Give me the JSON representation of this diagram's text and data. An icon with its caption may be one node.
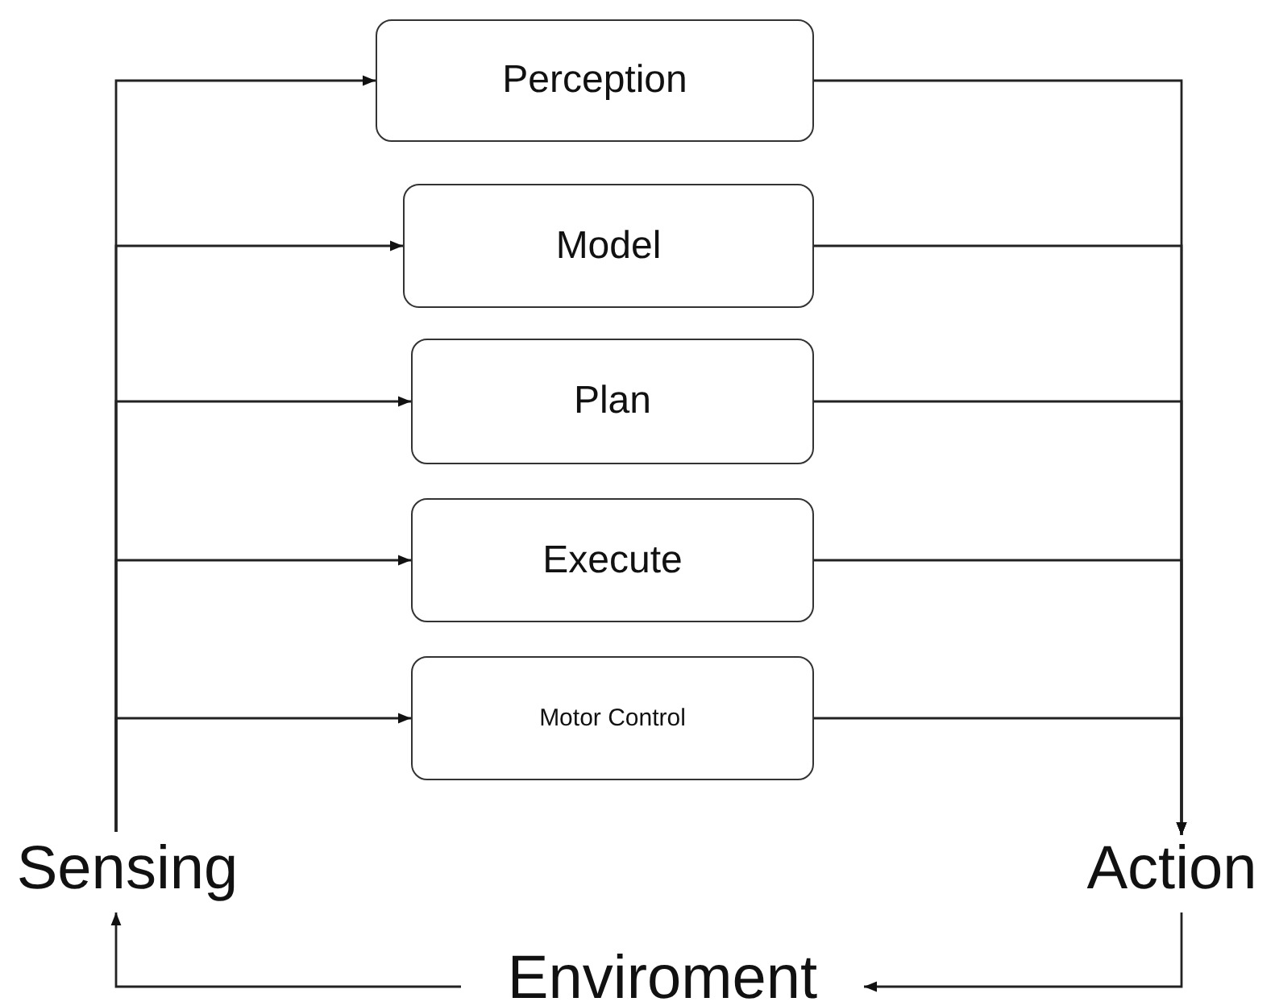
{
  "diagram": {
    "nodes": [
      {
        "text": [
          "Perception"
        ]
      },
      {
        "text": [
          "Model"
        ]
      },
      {
        "text": [
          "Plan"
        ]
      },
      {
        "text": [
          "Execute"
        ]
      },
      {
        "text": [
          "Motor Control"
        ]
      },
      {
        "text": [
          "Sensing"
        ]
      },
      {
        "text": [
          "Action"
        ]
      },
      {
        "text": [
          "Enviroment"
        ]
      }
    ],
    "edges": [
      {
        "from": 5,
        "to": 0,
        "arrow": "to"
      },
      {
        "from": 5,
        "to": 1,
        "arrow": "to"
      },
      {
        "from": 5,
        "to": 2,
        "arrow": "to"
      },
      {
        "from": 5,
        "to": 3,
        "arrow": "to"
      },
      {
        "from": 5,
        "to": 4,
        "arrow": "to"
      },
      {
        "from": 0,
        "to": 6,
        "arrow": "to"
      },
      {
        "from": 1,
        "to": 6,
        "arrow": "to"
      },
      {
        "from": 2,
        "to": 6,
        "arrow": "to"
      },
      {
        "from": 3,
        "to": 6,
        "arrow": "to"
      },
      {
        "from": 4,
        "to": 6,
        "arrow": "to"
      },
      {
        "from": 6,
        "to": 7,
        "arrow": "to"
      },
      {
        "from": 7,
        "to": 5,
        "arrow": "to"
      }
    ]
  }
}
